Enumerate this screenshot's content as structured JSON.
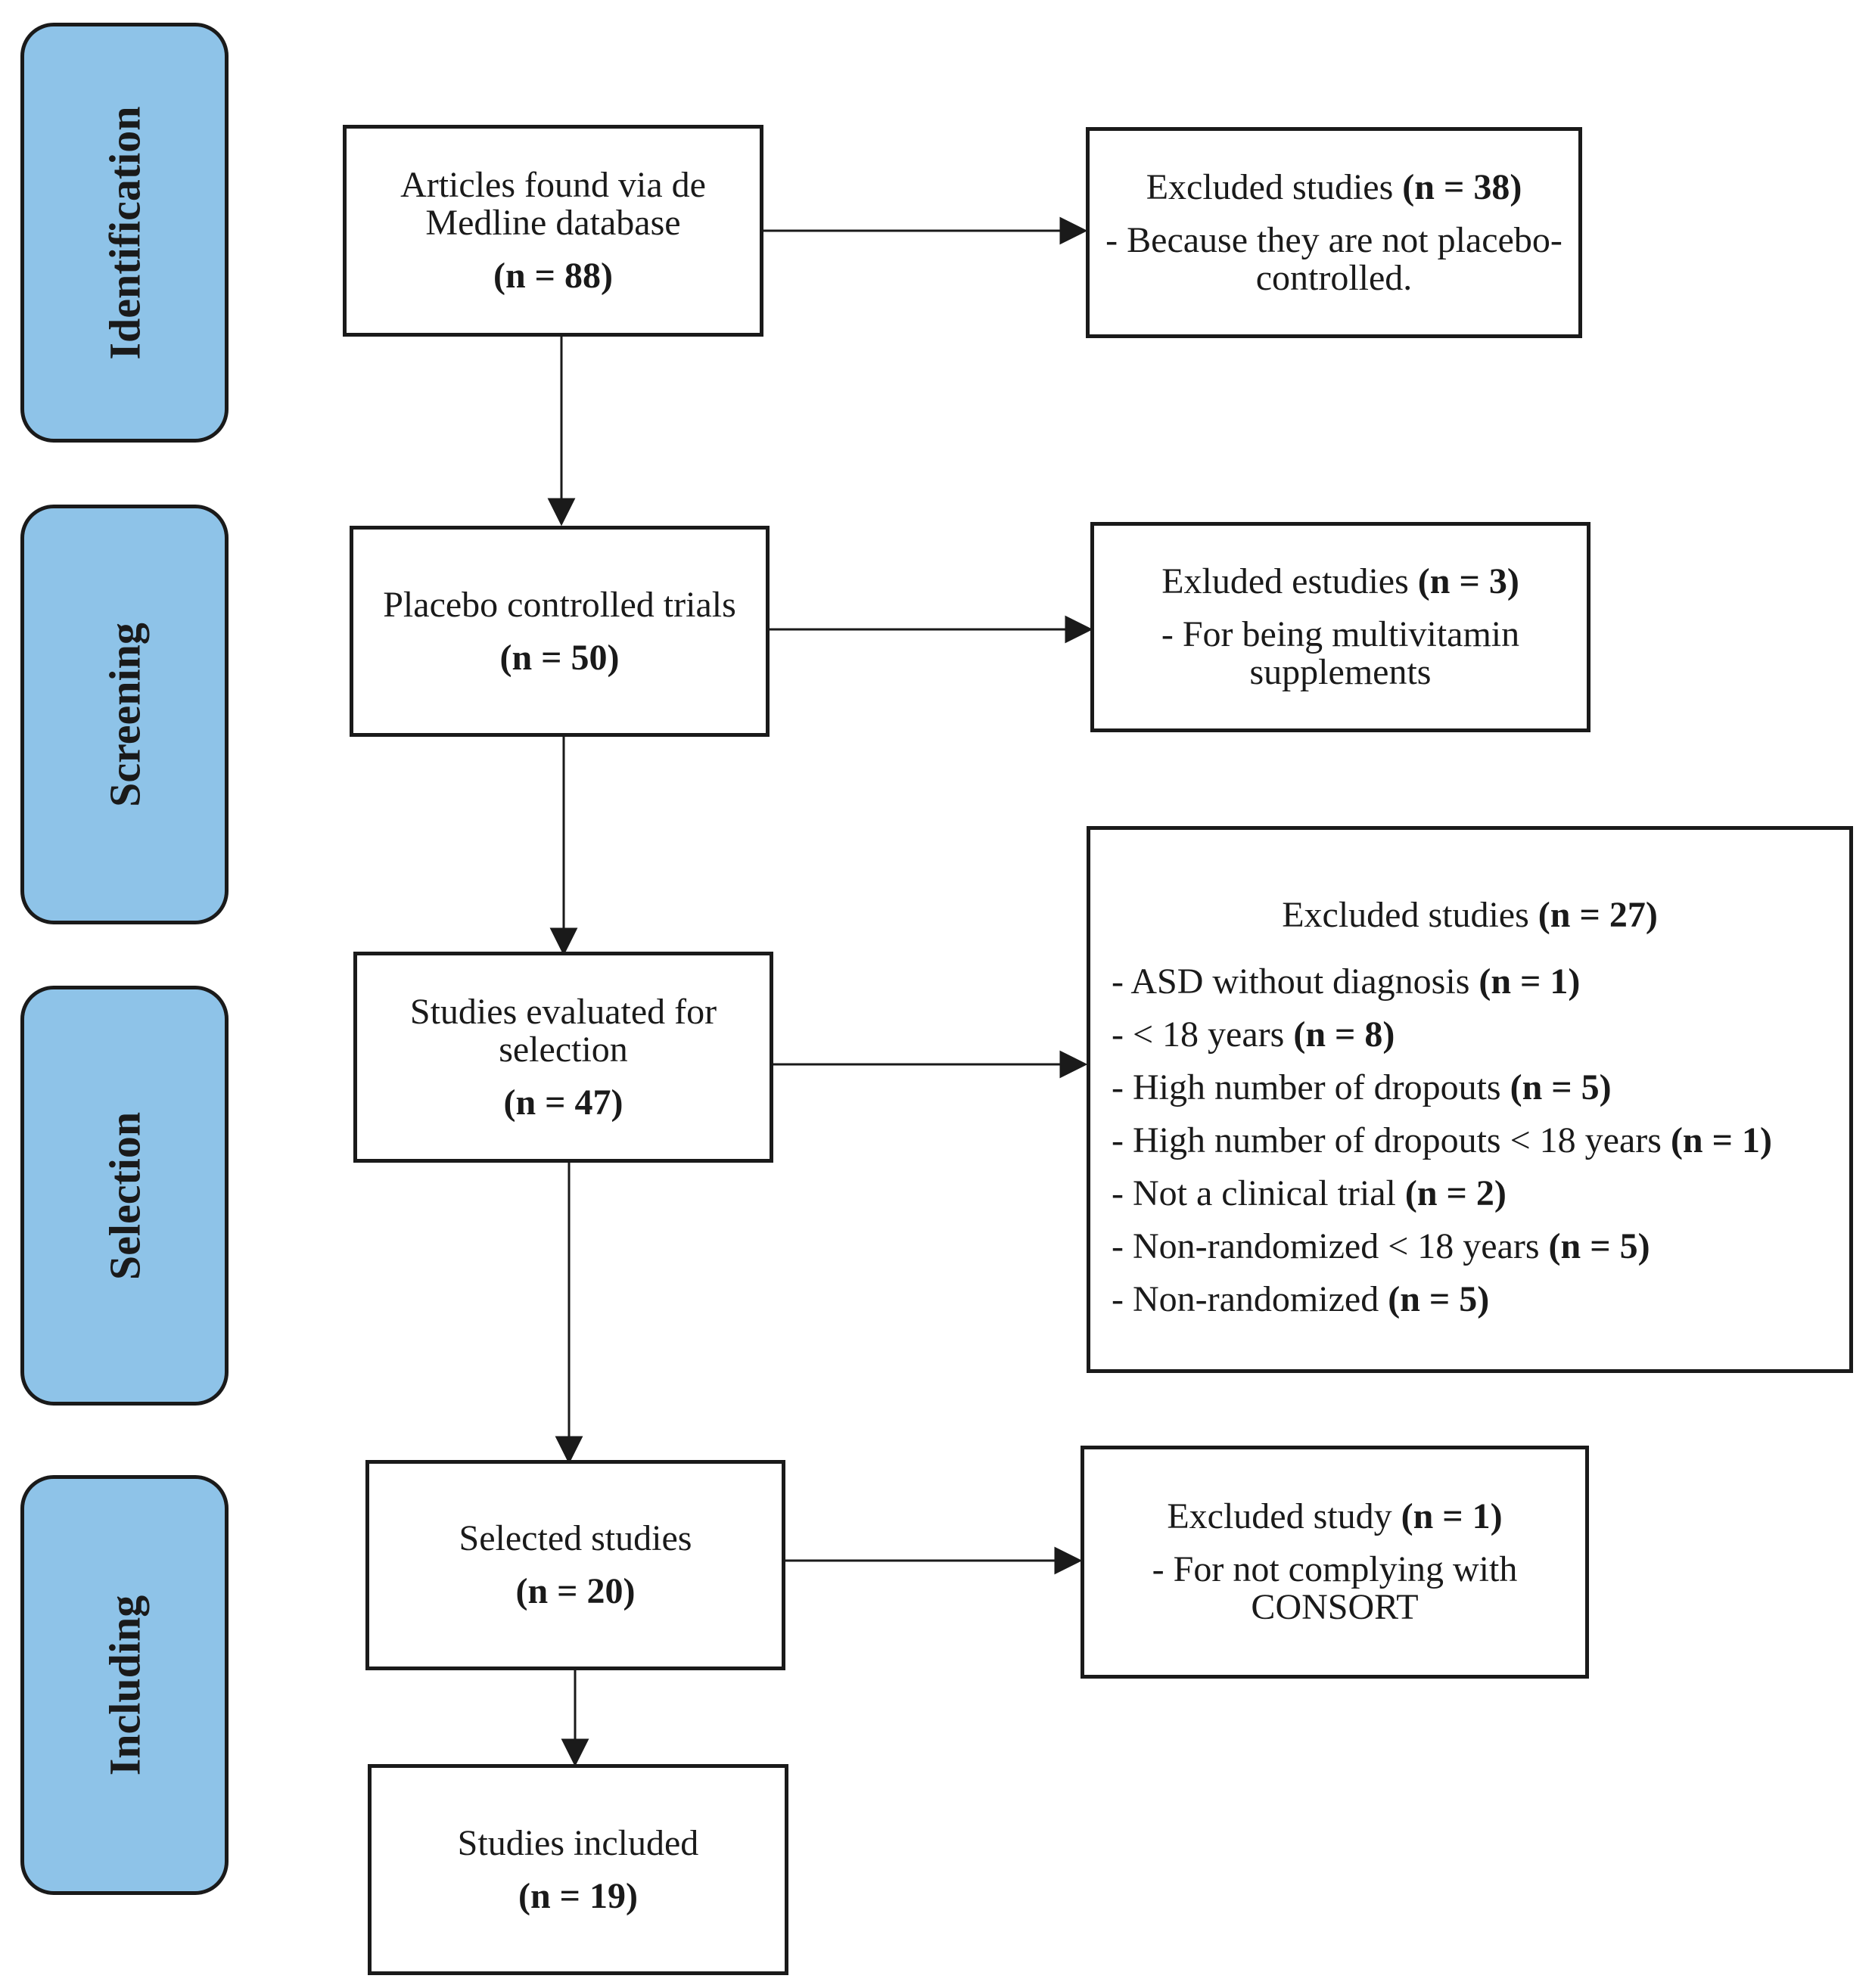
{
  "stages": [
    {
      "label": "Identification"
    },
    {
      "label": "Screening"
    },
    {
      "label": "Selection"
    },
    {
      "label": "Including"
    }
  ],
  "flow": {
    "articles_found": {
      "line1": "Articles found via de",
      "line2": "Medline database",
      "count": "(n = 88)"
    },
    "placebo_trials": {
      "line1": "Placebo controlled trials",
      "count": "(n = 50)"
    },
    "studies_evaluated": {
      "line1": "Studies evaluated for",
      "line2": "selection",
      "count": "(n = 47)"
    },
    "selected_studies": {
      "line1": "Selected studies",
      "count": "(n = 20)"
    },
    "studies_included": {
      "line1": "Studies included",
      "count": "(n = 19)"
    }
  },
  "exclusions": {
    "identification": {
      "title": "Excluded studies",
      "count": "(n = 38)",
      "lines": [
        "- Because they are not placebo-",
        "controlled."
      ]
    },
    "screening": {
      "title": "Exluded estudies",
      "count": "(n = 3)",
      "lines": [
        "- For being multivitamin",
        "supplements"
      ]
    },
    "selection": {
      "title": "Excluded studies",
      "count": "(n = 27)",
      "items": [
        {
          "text": "- ASD without diagnosis",
          "count": "(n = 1)"
        },
        {
          "text": "- < 18 years",
          "count": "(n = 8)"
        },
        {
          "text": "- High number of dropouts",
          "count": "(n = 5)"
        },
        {
          "text": "- High number of dropouts < 18 years",
          "count": "(n = 1)"
        },
        {
          "text": "- Not a clinical trial",
          "count": "(n = 2)"
        },
        {
          "text": "- Non-randomized < 18 years",
          "count": "(n = 5)"
        },
        {
          "text": "- Non-randomized",
          "count": "(n = 5)"
        }
      ]
    },
    "including": {
      "title": "Excluded study",
      "count": "(n = 1)",
      "lines": [
        "- For not complying with",
        "CONSORT"
      ]
    }
  }
}
